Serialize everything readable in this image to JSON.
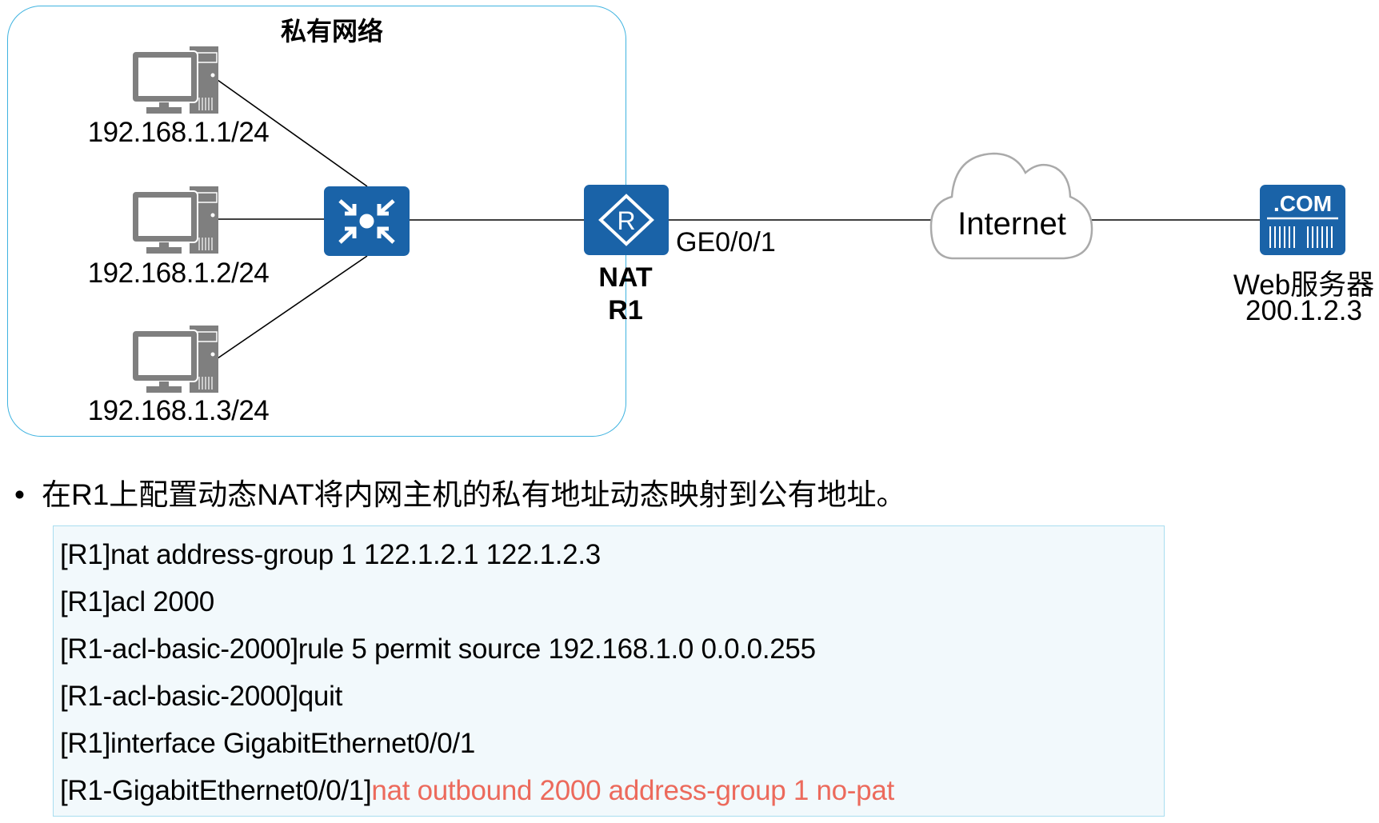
{
  "diagram": {
    "zone_title": "私有网络",
    "hosts": [
      {
        "ip": "192.168.1.1/24"
      },
      {
        "ip": "192.168.1.2/24"
      },
      {
        "ip": "192.168.1.3/24"
      }
    ],
    "router": {
      "role": "NAT",
      "name": "R1",
      "icon_letter": "R",
      "interface": "GE0/0/1"
    },
    "cloud": {
      "label": "Internet"
    },
    "server": {
      "badge": ".COM",
      "name": "Web服务器",
      "ip": "200.1.2.3"
    },
    "colors": {
      "device_blue": "#1a63a8",
      "zone_border": "#3fb3e0",
      "pc_gray": "#7f7f7f",
      "highlight": "#ec6a5c"
    }
  },
  "description": {
    "bullet": "•",
    "text": "在R1上配置动态NAT将内网主机的私有地址动态映射到公有地址。"
  },
  "code": {
    "lines": [
      {
        "prefix": "[R1]nat address-group 1 122.1.2.1 122.1.2.3",
        "highlight": ""
      },
      {
        "prefix": "[R1]acl 2000",
        "highlight": ""
      },
      {
        "prefix": "[R1-acl-basic-2000]rule 5 permit source 192.168.1.0 0.0.0.255",
        "highlight": ""
      },
      {
        "prefix": "[R1-acl-basic-2000]quit",
        "highlight": ""
      },
      {
        "prefix": "[R1]interface GigabitEthernet0/0/1",
        "highlight": ""
      },
      {
        "prefix": "[R1-GigabitEthernet0/0/1]",
        "highlight": "nat outbound 2000 address-group 1 no-pat"
      }
    ]
  }
}
